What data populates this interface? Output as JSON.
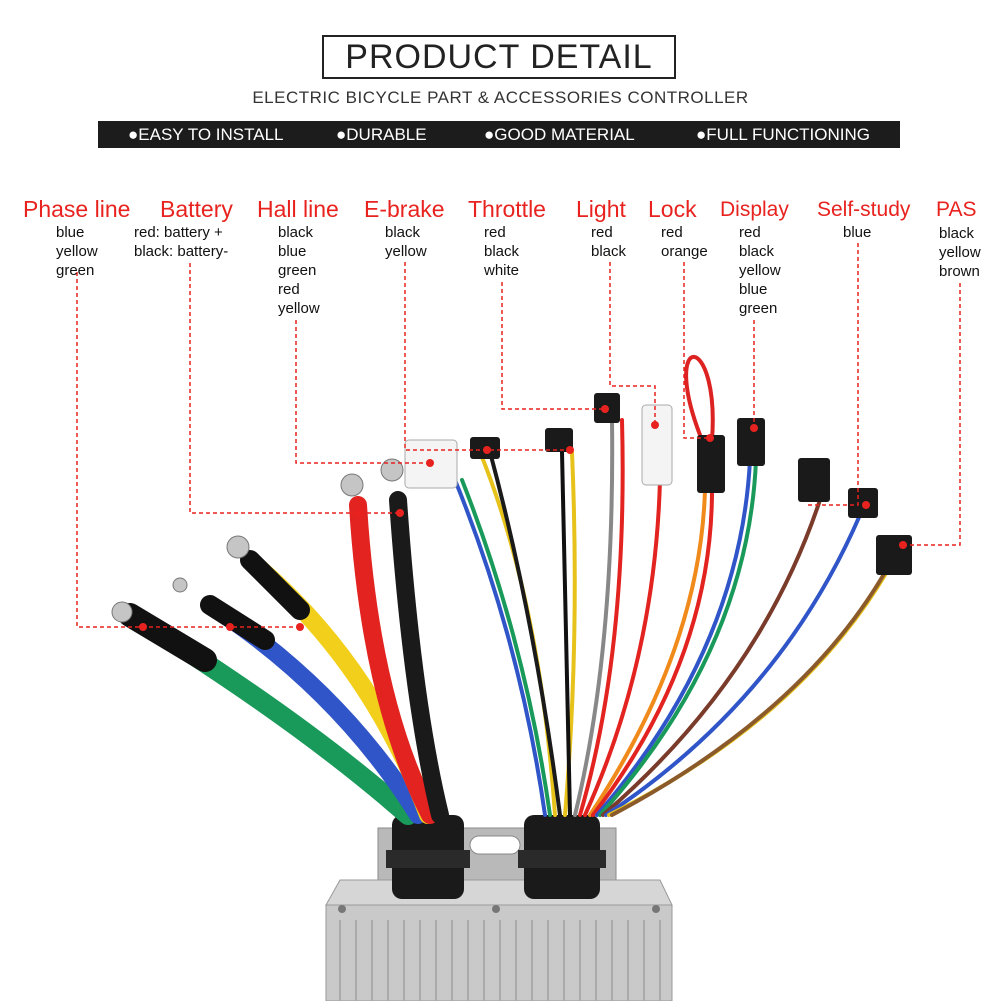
{
  "header": {
    "title": "PRODUCT  DETAIL",
    "subtitle": "ELECTRIC BICYCLE PART & ACCESSORIES CONTROLLER"
  },
  "features": [
    "EASY TO INSTALL",
    "DURABLE",
    "GOOD MATERIAL",
    "FULL FUNCTIONING"
  ],
  "labels": [
    {
      "name": "Phase line",
      "lines": [
        "blue",
        "yellow",
        "green"
      ]
    },
    {
      "name": "Battery",
      "lines": [
        "red: battery +",
        "black: battery-"
      ]
    },
    {
      "name": "Hall line",
      "lines": [
        "black",
        "blue",
        "green",
        "red",
        "yellow"
      ]
    },
    {
      "name": "E-brake",
      "lines": [
        "black",
        "yellow"
      ]
    },
    {
      "name": "Throttle",
      "lines": [
        "red",
        "black",
        "white"
      ]
    },
    {
      "name": "Light",
      "lines": [
        "red",
        "black"
      ]
    },
    {
      "name": "Lock",
      "lines": [
        "red",
        "orange"
      ]
    },
    {
      "name": "Display",
      "lines": [
        "red",
        "black",
        "yellow",
        "blue",
        "green"
      ]
    },
    {
      "name": "Self-study",
      "lines": [
        "blue"
      ]
    },
    {
      "name": "PAS",
      "lines": [
        "black",
        "yellow",
        "brown"
      ]
    }
  ],
  "colors": {
    "label_red": "#e8231f",
    "bar_bg": "#1c1c1c",
    "housing": "#c8c8c8"
  }
}
